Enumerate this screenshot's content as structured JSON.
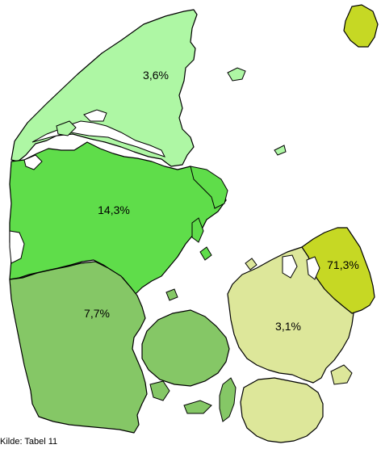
{
  "regions": [
    {
      "id": "nordjylland",
      "label": "3,6%",
      "value": 3.6,
      "color": "#aef7a4"
    },
    {
      "id": "midtjylland",
      "label": "14,3%",
      "value": 14.3,
      "color": "#5fdd4a"
    },
    {
      "id": "syddanmark",
      "label": "7,7%",
      "value": 7.7,
      "color": "#85c766"
    },
    {
      "id": "sjaelland",
      "label": "3,1%",
      "value": 3.1,
      "color": "#dde79a"
    },
    {
      "id": "hovedstaden",
      "label": "71,3%",
      "value": 71.3,
      "color": "#c6d824"
    }
  ],
  "outline_color": "#000000",
  "source_note": "Kilde: Tabel 11"
}
